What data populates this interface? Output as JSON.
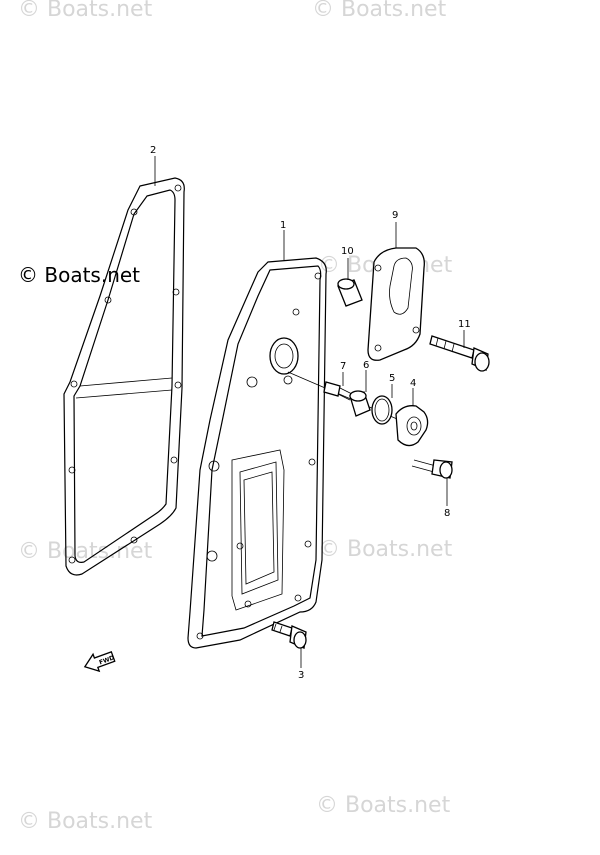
{
  "watermark": "© Boats.net",
  "copyright": "© Boats.net",
  "fwd_label": "FWD",
  "callouts": {
    "c1": "1",
    "c2": "2",
    "c3": "3",
    "c4": "4",
    "c5": "5",
    "c6": "6",
    "c7": "7",
    "c8": "8",
    "c9": "9",
    "c10": "10",
    "c11": "11"
  }
}
